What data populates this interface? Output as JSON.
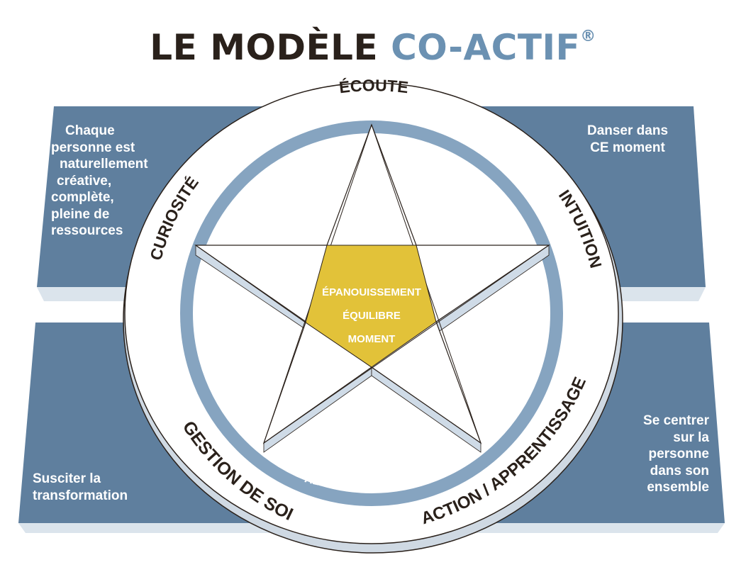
{
  "title": {
    "part1": "LE MODÈLE",
    "part2": "CO-ACTIF",
    "mark": "®"
  },
  "quadrants": {
    "top_left": [
      "Chaque",
      "personne est",
      "naturellement",
      "créative,",
      "complète,",
      "pleine de",
      "ressources"
    ],
    "top_right": [
      "Danser dans",
      "CE moment"
    ],
    "bottom_left": [
      "Susciter la",
      "transformation"
    ],
    "bottom_right": [
      "Se centrer",
      "sur la",
      "personne",
      "dans son",
      "ensemble"
    ]
  },
  "ring_labels": {
    "top": "ÉCOUTE",
    "left": "CURIOSITÉ",
    "right": "INTUITION",
    "bottom_left": "GESTION DE SOI",
    "bottom_right": "ACTION / APPRENTISSAGE"
  },
  "inner_ring_label": "ALLIANCE CO-CRÉÉE",
  "center": [
    "ÉPANOUISSEMENT",
    "ÉQUILIBRE",
    "MOMENT"
  ],
  "colors": {
    "dark": "#2a211b",
    "blue": "#6b91b2",
    "panel": "#5f7f9e",
    "ring": "#86a4c0",
    "center": "#e2c239"
  }
}
